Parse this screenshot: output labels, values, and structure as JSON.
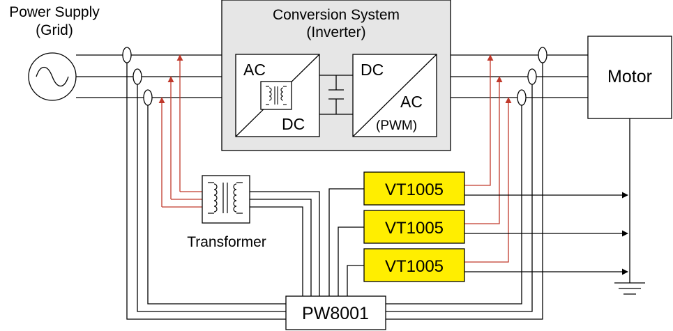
{
  "power_supply": {
    "line1": "Power Supply",
    "line2": "(Grid)"
  },
  "conversion_system": {
    "line1": "Conversion System",
    "line2": "(Inverter)"
  },
  "rectifier": {
    "top": "AC",
    "bottom": "DC"
  },
  "inverter_stage": {
    "top": "DC",
    "bottom": "AC",
    "sub": "(PWM)"
  },
  "motor": {
    "label": "Motor"
  },
  "transformer": {
    "label": "Transformer"
  },
  "sensors": [
    {
      "label": "VT1005"
    },
    {
      "label": "VT1005"
    },
    {
      "label": "VT1005"
    }
  ],
  "analyzer": {
    "label": "PW8001"
  },
  "colors": {
    "sensor_fill": "#ffee00",
    "signal_wire": "#c0392b",
    "system_fill": "#e6e6e6"
  }
}
